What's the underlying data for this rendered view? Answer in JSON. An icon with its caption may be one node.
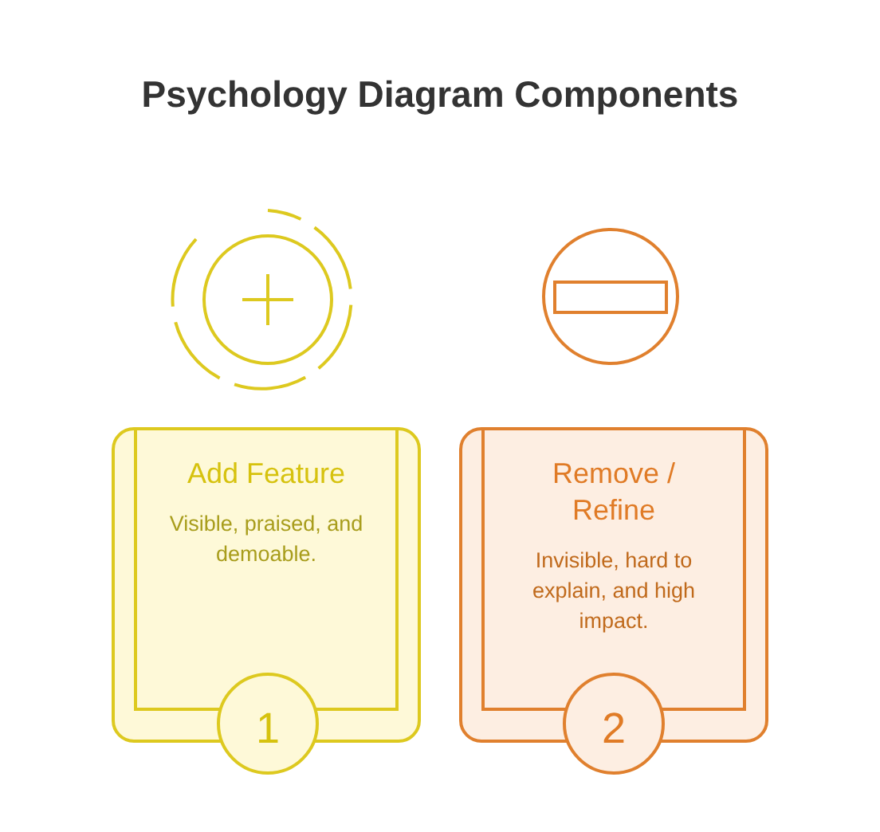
{
  "diagram": {
    "title": "Psychology Diagram Components",
    "nodes": [
      {
        "text": [
          "Add Feature",
          "Visible, praised, and demoable."
        ]
      },
      {
        "text": [
          "1"
        ]
      },
      {
        "text": [
          "Remove / Refine",
          "Invisible, hard to explain, and high impact."
        ]
      },
      {
        "text": [
          "2"
        ]
      }
    ],
    "edges": []
  }
}
